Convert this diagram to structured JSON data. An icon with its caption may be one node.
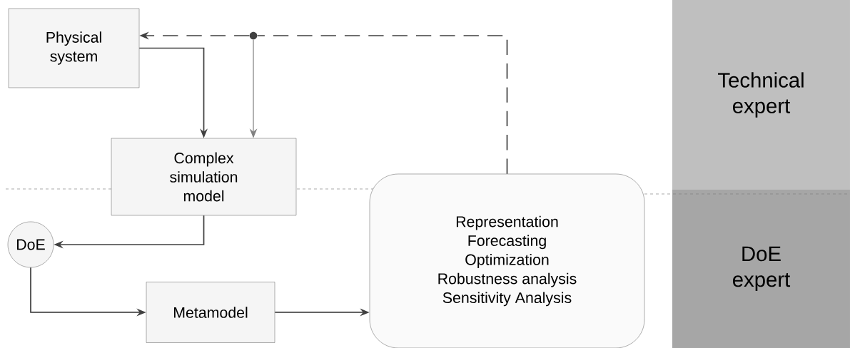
{
  "diagram": {
    "nodes": [
      {
        "text": [
          "Physical system"
        ]
      },
      {
        "text": [],
        "shape": "circle"
      },
      {
        "text": [
          "Complex simulation model"
        ]
      },
      {
        "text": [
          "DoE"
        ]
      },
      {
        "text": [
          "Metamodel"
        ]
      },
      {
        "text": [
          "Representation",
          "Forecasting",
          "Optimization",
          "Robustness analysis",
          "Sensitivity Analysis"
        ]
      },
      {
        "text": [
          "Technical expert"
        ]
      },
      {
        "text": [
          "DoE expert"
        ]
      }
    ],
    "edges": [
      {
        "from": 0,
        "to": 2,
        "arrow": "to"
      },
      {
        "from": 5,
        "to": 1,
        "arrow": "none",
        "style": "dashed"
      },
      {
        "from": 1,
        "to": 0,
        "arrow": "to",
        "style": "dashed"
      },
      {
        "from": 1,
        "to": 2,
        "arrow": "to",
        "color": "#808080"
      },
      {
        "from": 2,
        "to": 3,
        "arrow": "to"
      },
      {
        "from": 3,
        "to": 4,
        "arrow": "to"
      },
      {
        "from": 4,
        "to": 5,
        "arrow": "to"
      }
    ]
  }
}
